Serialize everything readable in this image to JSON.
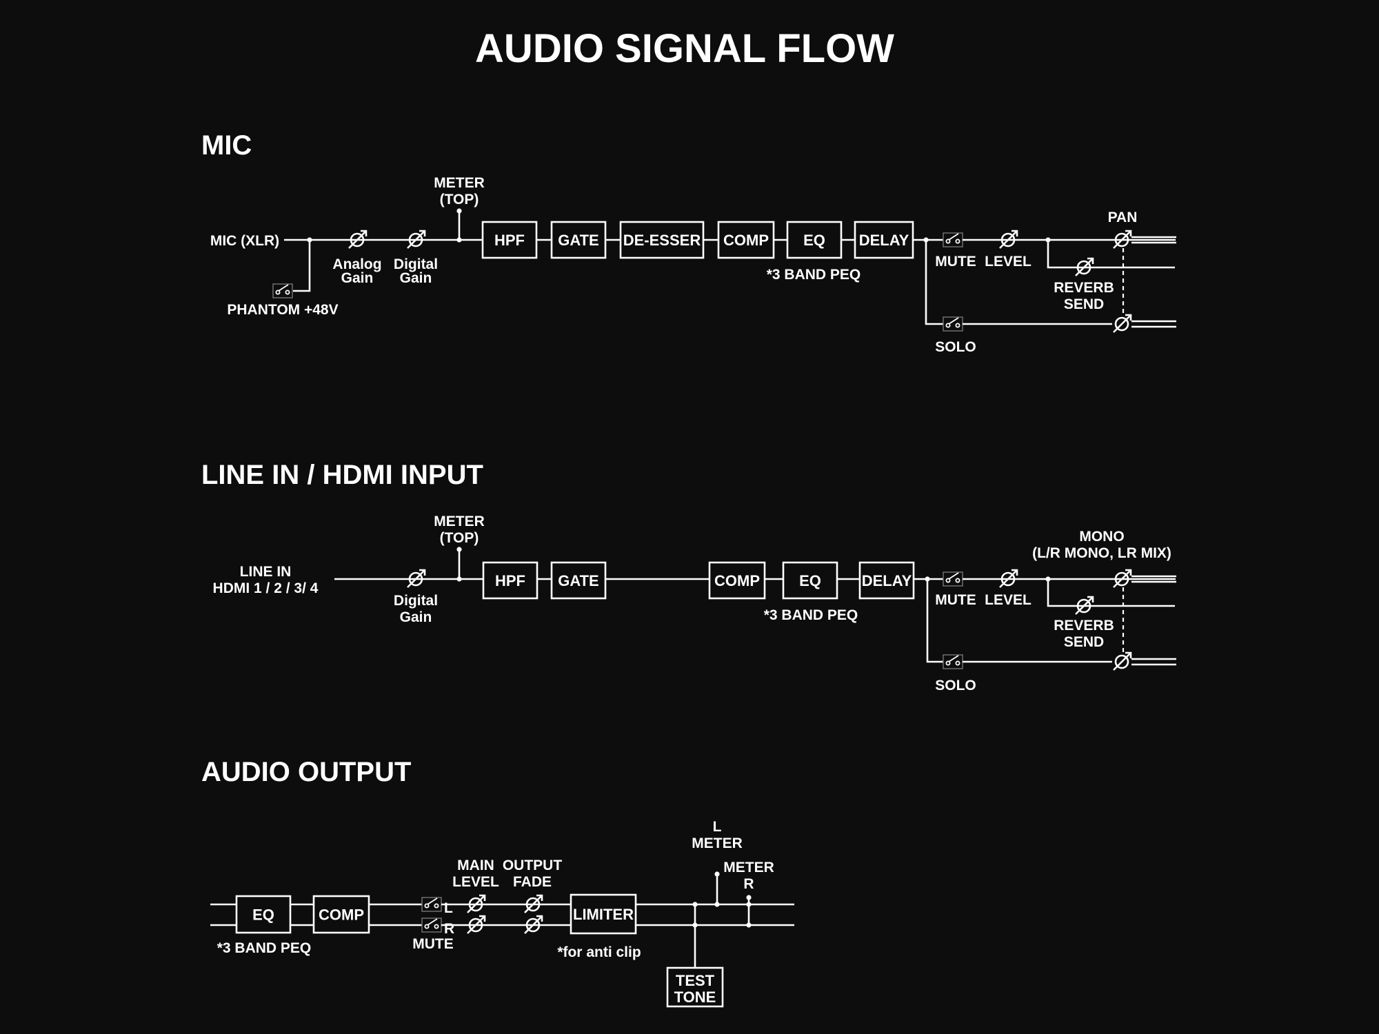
{
  "title": "AUDIO SIGNAL FLOW",
  "mic": {
    "heading": "MIC",
    "input": "MIC (XLR)",
    "phantom": "PHANTOM +48V",
    "analog_gain": [
      "Analog",
      "Gain"
    ],
    "digital_gain": [
      "Digital",
      "Gain"
    ],
    "meter": [
      "METER",
      "(TOP)"
    ],
    "blocks": [
      "HPF",
      "GATE",
      "DE-ESSER",
      "COMP",
      "EQ",
      "DELAY"
    ],
    "peq_note": "*3 BAND PEQ",
    "mute": "MUTE",
    "level": "LEVEL",
    "pan": "PAN",
    "reverb_send": [
      "REVERB",
      "SEND"
    ],
    "solo": "SOLO"
  },
  "line": {
    "heading": "LINE IN / HDMI INPUT",
    "input": [
      "LINE IN",
      "HDMI 1 / 2 / 3/ 4"
    ],
    "digital_gain": [
      "Digital",
      "Gain"
    ],
    "meter": [
      "METER",
      "(TOP)"
    ],
    "blocks": [
      "HPF",
      "GATE",
      "COMP",
      "EQ",
      "DELAY"
    ],
    "peq_note": "*3 BAND PEQ",
    "mute": "MUTE",
    "level": "LEVEL",
    "mono": [
      "MONO",
      "(L/R MONO, LR MIX)"
    ],
    "reverb_send": [
      "REVERB",
      "SEND"
    ],
    "solo": "SOLO"
  },
  "output": {
    "heading": "AUDIO OUTPUT",
    "blocks": [
      "EQ",
      "COMP",
      "LIMITER"
    ],
    "peq_note": "*3 BAND PEQ",
    "mute": "MUTE",
    "main_level": [
      "MAIN",
      "LEVEL"
    ],
    "output_fade": [
      "OUTPUT",
      "FADE"
    ],
    "anti_clip": "*for anti clip",
    "l_meter": [
      "L",
      "METER"
    ],
    "meter_r": [
      "METER",
      "R"
    ],
    "test_tone": [
      "TEST",
      "TONE"
    ],
    "mute_channel_marks": [
      "L",
      "R"
    ]
  }
}
